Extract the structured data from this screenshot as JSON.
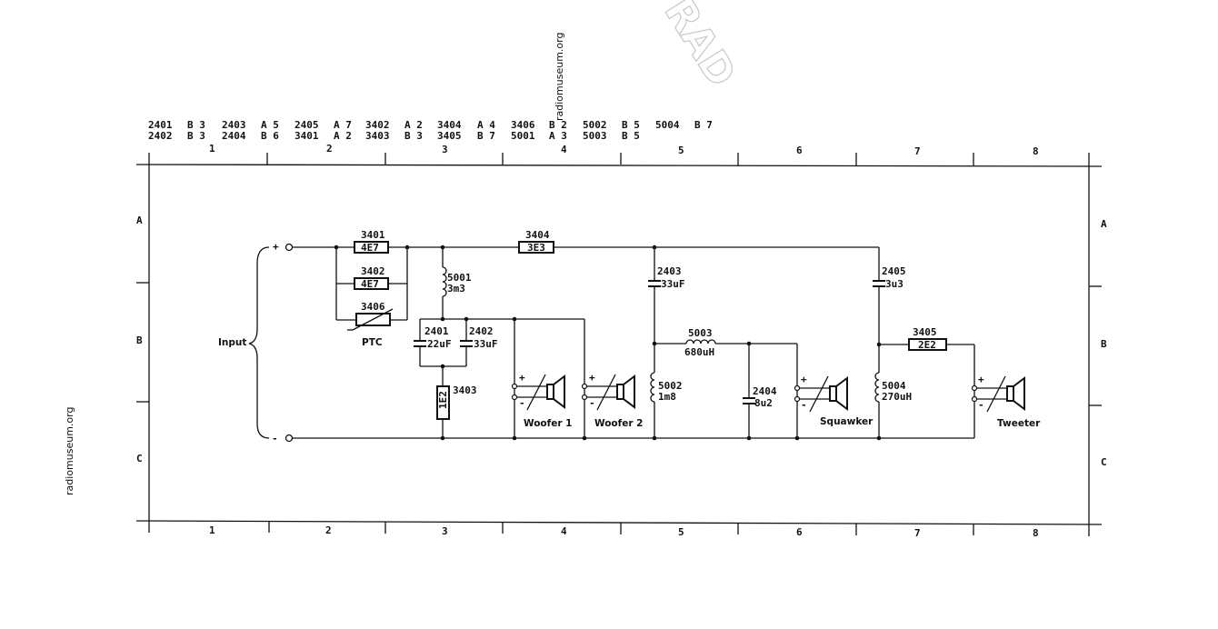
{
  "watermark": "radiomuseum.org",
  "stamp_text": "RAD",
  "ref_table": [
    {
      "a": "2401",
      "ap": "B 3",
      "b": "2403",
      "bp": "A 5",
      "c": "2405",
      "cp": "A 7",
      "d": "3402",
      "dp": "A 2",
      "e": "3404",
      "ep": "A 4",
      "f": "3406",
      "fp": "B 2",
      "g": "5002",
      "gp": "B 5",
      "h": "5004",
      "hp": "B 7"
    },
    {
      "a": "2402",
      "ap": "B 3",
      "b": "2404",
      "bp": "B 6",
      "c": "3401",
      "cp": "A 2",
      "d": "3403",
      "dp": "B 3",
      "e": "3405",
      "ep": "B 7",
      "f": "5001",
      "fp": "A 3",
      "g": "5003",
      "gp": "B 5"
    }
  ],
  "columns": [
    "1",
    "2",
    "3",
    "4",
    "5",
    "6",
    "7",
    "8"
  ],
  "rows": [
    "A",
    "B",
    "C"
  ],
  "components": {
    "r3401": {
      "ref": "3401",
      "value": "4E7"
    },
    "r3402": {
      "ref": "3402",
      "value": "4E7"
    },
    "r3406": {
      "ref": "3406",
      "type": "PTC"
    },
    "r3404": {
      "ref": "3404",
      "value": "3E3"
    },
    "l5001": {
      "ref": "5001",
      "value": "3m3"
    },
    "c2401": {
      "ref": "2401",
      "value": "22uF"
    },
    "c2402": {
      "ref": "2402",
      "value": "33uF"
    },
    "r3403": {
      "ref": "3403",
      "value": "1E2"
    },
    "c2403": {
      "ref": "2403",
      "value": "33uF"
    },
    "l5003": {
      "ref": "5003",
      "value": "680uH"
    },
    "l5002": {
      "ref": "5002",
      "value": "1m8"
    },
    "c2404": {
      "ref": "2404",
      "value": "8u2"
    },
    "c2405": {
      "ref": "2405",
      "value": "3u3"
    },
    "r3405": {
      "ref": "3405",
      "value": "2E2"
    },
    "l5004": {
      "ref": "5004",
      "value": "270uH"
    }
  },
  "input": {
    "label": "Input",
    "plus": "+",
    "minus": "-"
  },
  "speakers": {
    "woofer1": {
      "label": "Woofer 1",
      "plus": "+",
      "minus": "-"
    },
    "woofer2": {
      "label": "Woofer 2",
      "plus": "+",
      "minus": "-"
    },
    "squawker": {
      "label": "Squawker",
      "plus": "+",
      "minus": "-"
    },
    "tweeter": {
      "label": "Tweeter",
      "plus": "+",
      "minus": "-"
    }
  }
}
